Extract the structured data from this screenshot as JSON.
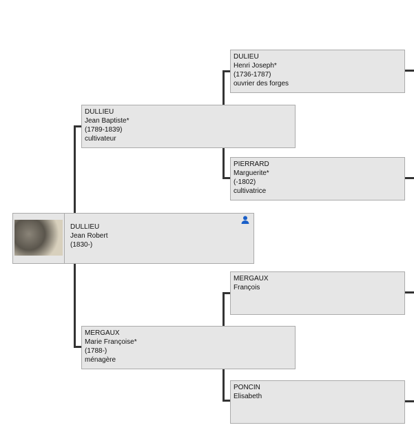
{
  "root": {
    "surname": "DULLIEU",
    "given": "Jean Robert",
    "dates": "(1830-)"
  },
  "father": {
    "surname": "DULLIEU",
    "given": "Jean Baptiste*",
    "dates": "(1789-1839)",
    "occupation": "cultivateur"
  },
  "mother": {
    "surname": "MERGAUX",
    "given": "Marie Françoise*",
    "dates": "(1788-)",
    "occupation": "ménagère"
  },
  "pgf": {
    "surname": "DULIEU",
    "given": "Henri Joseph*",
    "dates": "(1736-1787)",
    "occupation": "ouvrier des forges"
  },
  "pgm": {
    "surname": "PIERRARD",
    "given": "Marguerite*",
    "dates": "(-1802)",
    "occupation": "cultivatrice"
  },
  "mgf": {
    "surname": "MERGAUX",
    "given": "François"
  },
  "mgm": {
    "surname": "PONCIN",
    "given": "Elisabeth"
  },
  "colors": {
    "box": "#e6e6e6",
    "line": "#333333",
    "icon": "#1a5fc8"
  }
}
